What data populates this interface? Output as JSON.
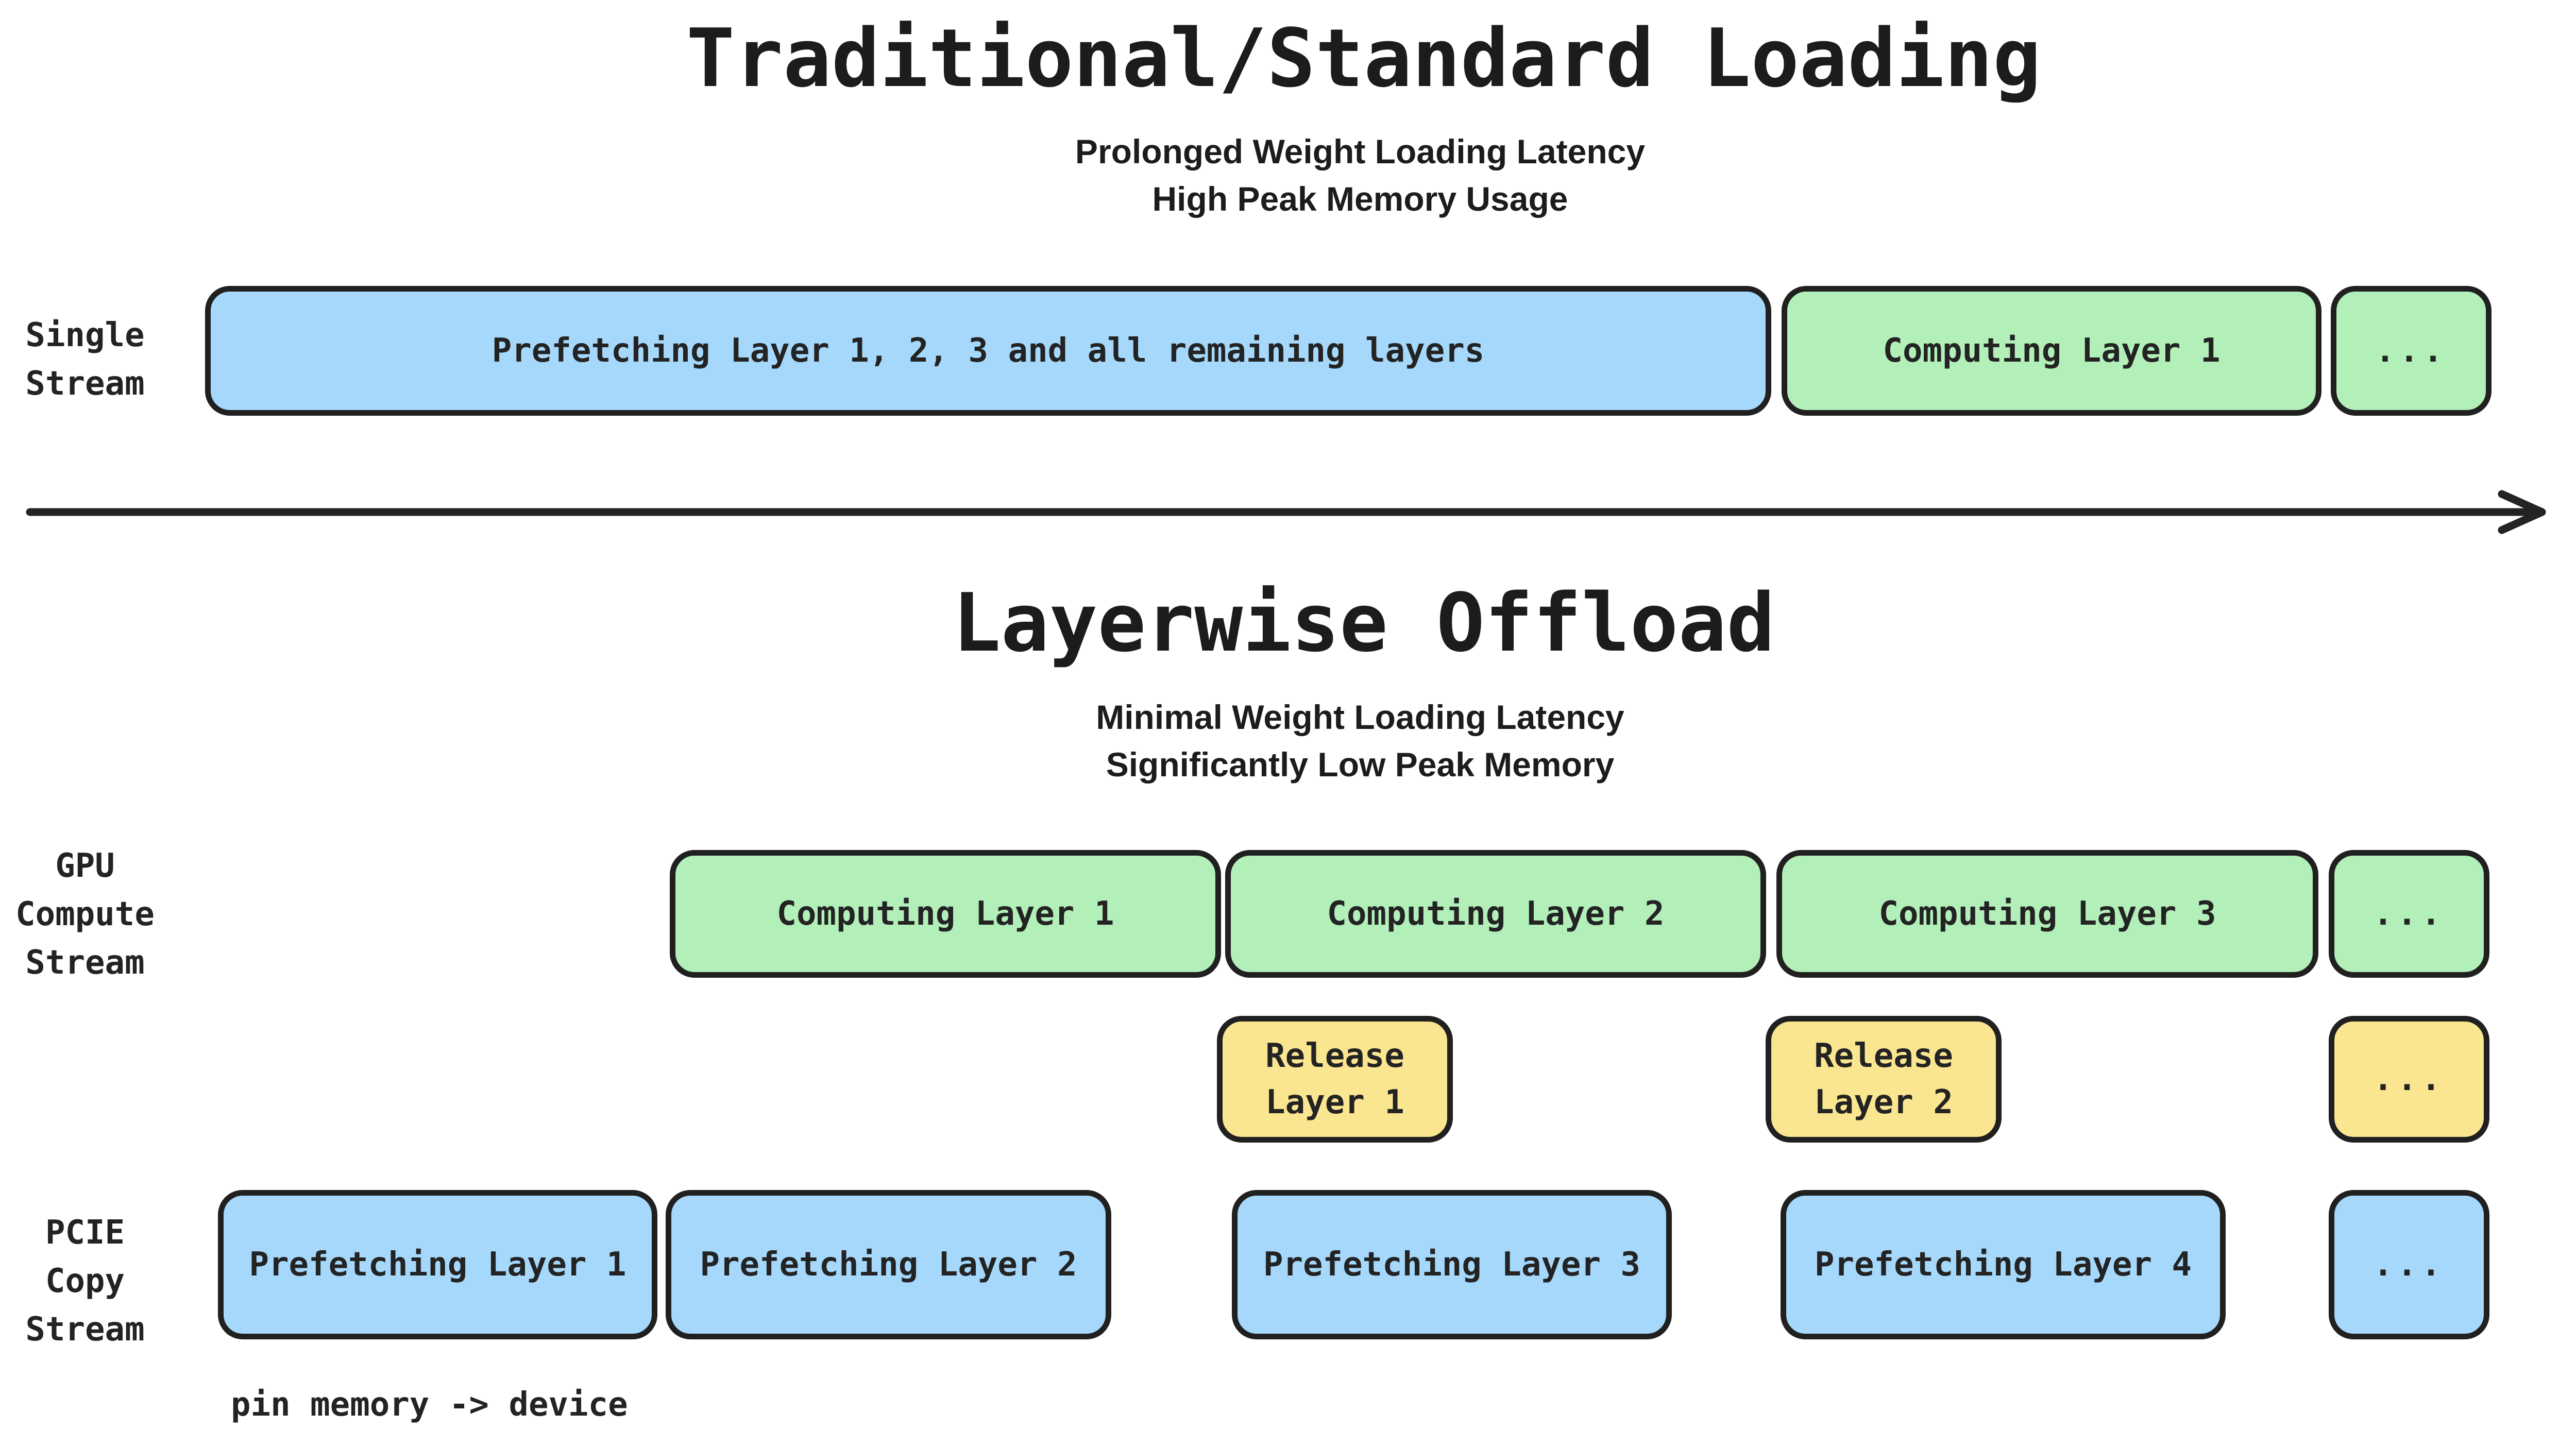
{
  "colors": {
    "box_blue": "#a5d8fb",
    "box_green": "#b2efb9",
    "box_yellow": "#fae590",
    "outline": "#202020",
    "arrow": "#232323",
    "text": "#1c1c1c",
    "background": "#ffffff"
  },
  "traditional": {
    "title": "Traditional/Standard Loading",
    "subtitle": [
      "Prolonged Weight Loading Latency",
      "High Peak Memory Usage"
    ],
    "stream_label": [
      "Single",
      "Stream"
    ],
    "boxes": {
      "prefetch_all": "Prefetching Layer 1, 2, 3 and all remaining layers",
      "compute_1": "Computing Layer 1",
      "more": "..."
    }
  },
  "layerwise": {
    "title": "Layerwise Offload",
    "subtitle": [
      "Minimal Weight Loading Latency",
      "Significantly Low Peak Memory"
    ],
    "gpu_label": [
      "GPU",
      "Compute",
      "Stream"
    ],
    "gpu_boxes": [
      "Computing Layer 1",
      "Computing Layer 2",
      "Computing Layer 3",
      "..."
    ],
    "release_boxes": [
      [
        "Release",
        "Layer 1"
      ],
      [
        "Release",
        "Layer 2"
      ]
    ],
    "release_more": "...",
    "pcie_label": [
      "PCIE",
      "Copy",
      "Stream"
    ],
    "pcie_boxes": [
      "Prefetching Layer 1",
      "Prefetching Layer 2",
      "Prefetching Layer 3",
      "Prefetching Layer 4",
      "..."
    ],
    "footnote": "pin memory -> device"
  }
}
